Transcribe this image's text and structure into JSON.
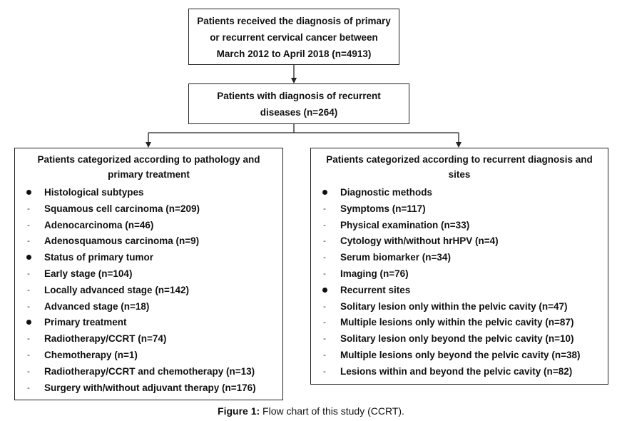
{
  "boxes": {
    "top": [
      "Patients received the diagnosis of primary",
      "or recurrent cervical cancer between",
      "March 2012 to April 2018 (n=4913)"
    ],
    "middle": [
      "Patients with diagnosis of recurrent",
      "diseases (n=264)"
    ]
  },
  "left_panel": {
    "title": [
      "Patients categorized according to pathology and",
      "primary treatment"
    ],
    "items": [
      {
        "marker": "dot",
        "text": "Histological subtypes"
      },
      {
        "marker": "dash",
        "text": "Squamous cell carcinoma (n=209)"
      },
      {
        "marker": "dash",
        "text": "Adenocarcinoma (n=46)"
      },
      {
        "marker": "dash",
        "text": "Adenosquamous carcinoma (n=9)"
      },
      {
        "marker": "dot",
        "text": "Status of primary tumor"
      },
      {
        "marker": "dash",
        "text": "Early stage (n=104)"
      },
      {
        "marker": "dash",
        "text": "Locally advanced stage (n=142)"
      },
      {
        "marker": "dash",
        "text": "Advanced stage (n=18)"
      },
      {
        "marker": "dot",
        "text": "Primary treatment"
      },
      {
        "marker": "dash",
        "text": "Radiotherapy/CCRT (n=74)"
      },
      {
        "marker": "dash",
        "text": "Chemotherapy (n=1)"
      },
      {
        "marker": "dash",
        "text": "Radiotherapy/CCRT and chemotherapy (n=13)"
      },
      {
        "marker": "dash",
        "text": "Surgery with/without adjuvant therapy (n=176)"
      }
    ]
  },
  "right_panel": {
    "title": [
      "Patients categorized according to recurrent diagnosis and",
      "sites"
    ],
    "items": [
      {
        "marker": "dot",
        "text": "Diagnostic methods"
      },
      {
        "marker": "dash",
        "text": "Symptoms (n=117)"
      },
      {
        "marker": "dash",
        "text": "Physical examination (n=33)"
      },
      {
        "marker": "dash",
        "text": "Cytology with/without hrHPV (n=4)"
      },
      {
        "marker": "dash",
        "text": "Serum biomarker (n=34)"
      },
      {
        "marker": "dash",
        "text": "Imaging (n=76)"
      },
      {
        "marker": "dot",
        "text": "Recurrent sites"
      },
      {
        "marker": "dash",
        "text": "Solitary lesion only within the pelvic cavity (n=47)"
      },
      {
        "marker": "dash",
        "text": "Multiple lesions only within the pelvic cavity (n=87)"
      },
      {
        "marker": "dash",
        "text": "Solitary lesion only beyond the pelvic cavity (n=10)"
      },
      {
        "marker": "dash",
        "text": "Multiple lesions only beyond the pelvic cavity (n=38)"
      },
      {
        "marker": "dash",
        "text": "Lesions within and beyond the pelvic cavity (n=82)"
      }
    ]
  },
  "caption": {
    "label": "Figure 1:",
    "text": " Flow chart of this study (CCRT)."
  }
}
